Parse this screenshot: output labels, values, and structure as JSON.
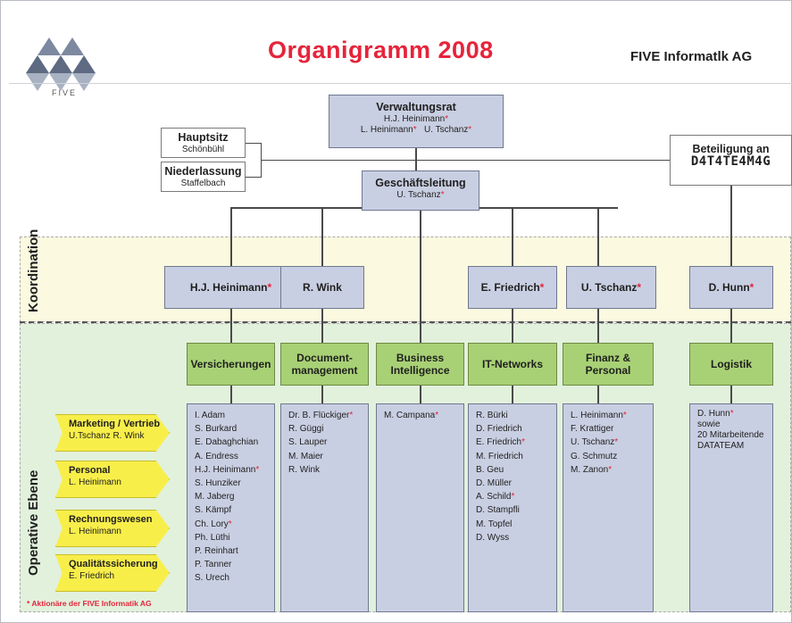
{
  "header": {
    "logo_text": "FIVE",
    "title": "Organigramm 2008",
    "company": "FIVE Informatlk AG"
  },
  "zones": {
    "koordination": "Koordination",
    "operative": "Operative Ebene"
  },
  "top": {
    "verwaltungsrat": {
      "title": "Verwaltungsrat",
      "line1": "H.J. Heinimann",
      "line2a": "L. Heinimann",
      "line2b": "U. Tschanz"
    },
    "hauptsitz": {
      "title": "Hauptsitz",
      "sub": "Schönbühl"
    },
    "niederlassung": {
      "title": "Niederlassung",
      "sub": "Staffelbach"
    },
    "geschaeftsleitung": {
      "title": "Geschäftsleitung",
      "sub": "U. Tschanz"
    },
    "beteiligung": {
      "title": "Beteiligung an",
      "logo": "D4T4TE4M4G"
    }
  },
  "leads": [
    "H.J. Heinimann",
    "R. Wink",
    "E. Friedrich",
    "U. Tschanz",
    "D. Hunn"
  ],
  "depts": [
    "Versicherungen",
    "Document-\nmanagement",
    "Business\nIntelligence",
    "IT-Networks",
    "Finanz &\nPersonal",
    "Logistik"
  ],
  "lists": {
    "versicherungen": [
      "I. Adam",
      "S. Burkard",
      "E. Dabaghchian",
      "A. Endress",
      "H.J. Heinimann",
      "S. Hunziker",
      "M. Jaberg",
      "S. Kämpf",
      "Ch. Lory",
      "Ph. Lüthi",
      "P. Reinhart",
      "P. Tanner",
      "S. Urech"
    ],
    "document": [
      "Dr. B. Flückiger",
      "R. Güggi",
      "S. Lauper",
      "M. Maier",
      "R. Wink"
    ],
    "bi": [
      "M. Campana"
    ],
    "it": [
      "R. Bürki",
      "D. Friedrich",
      "E. Friedrich",
      "M. Friedrich",
      "B. Geu",
      "D. Müller",
      "A. Schild",
      "D. Stampfli",
      "M. Topfel",
      "D. Wyss"
    ],
    "finanz": [
      "L. Heinimann",
      "F. Krattiger",
      "U. Tschanz",
      "G. Schmutz",
      "M. Zanon"
    ],
    "logistik": [
      "D. Hunn",
      "sowie",
      "20 Mitarbeitende",
      "DATATEAM"
    ]
  },
  "notes": [
    {
      "title": "Marketing / Vertrieb",
      "sub": "U.Tschanz  R. Wink"
    },
    {
      "title": "Personal",
      "sub": "L. Heinimann"
    },
    {
      "title": "Rechnungswesen",
      "sub": "L. Heinimann"
    },
    {
      "title": "Qualitätssicherung",
      "sub": "E. Friedrich"
    }
  ],
  "footnote": "* Aktionäre der FIVE Informatik AG",
  "star": "*",
  "colors": {
    "title_red": "#e5243b",
    "box_blue": "#c9cfe2",
    "dept_green": "#a8d175",
    "note_yellow": "#f8ee4a"
  }
}
